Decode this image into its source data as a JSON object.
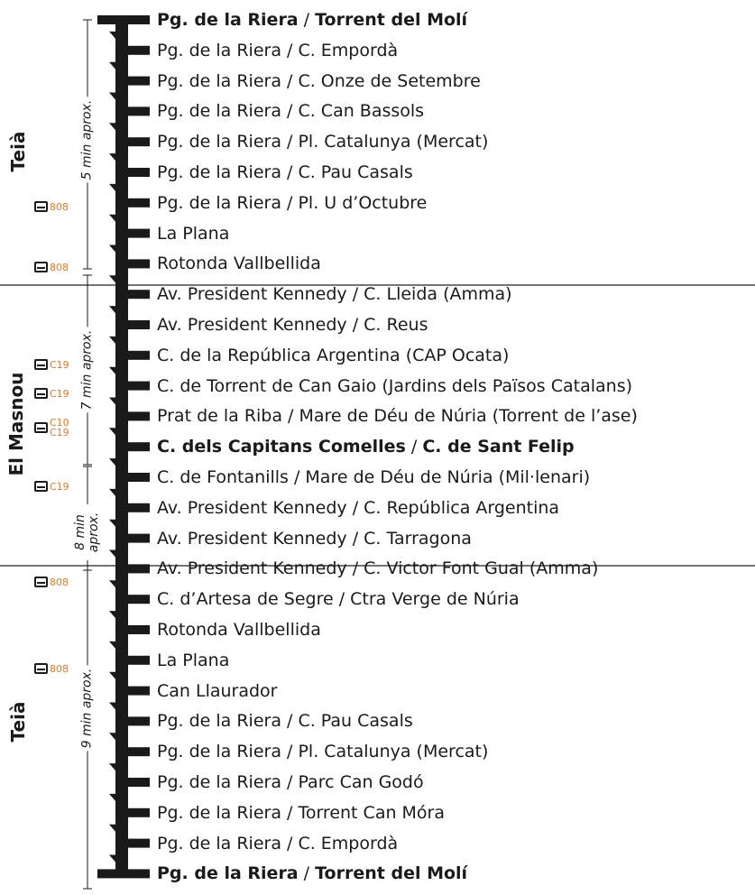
{
  "colors": {
    "line": "#1a1a1a",
    "bus_number": "#e8771e",
    "divider": "#222222"
  },
  "stops": [
    {
      "main": "Pg. de la Riera",
      "sep": " / ",
      "sub": "Torrent del Molí",
      "bold": true
    },
    {
      "main": "Pg. de la Riera / C. Empordà"
    },
    {
      "main": "Pg. de la Riera / C. Onze de Setembre"
    },
    {
      "main": "Pg. de la Riera / C. Can Bassols"
    },
    {
      "main": "Pg. de la Riera / Pl. Catalunya (Mercat)"
    },
    {
      "main": "Pg. de la Riera / C. Pau Casals"
    },
    {
      "main": "Pg. de la Riera / Pl. U d’Octubre"
    },
    {
      "main": "La Plana"
    },
    {
      "main": "Rotonda Vallbellida"
    },
    {
      "main": "Av. President Kennedy / C. Lleida ",
      "sub": "(Amma)"
    },
    {
      "main": "Av. President Kennedy / C. Reus"
    },
    {
      "main": "C. de la República Argentina (CAP Ocata)"
    },
    {
      "main": "C. de Torrent de Can Gaio (Jardins dels Països Catalans)"
    },
    {
      "main": "Prat de la Riba / Mare de Déu de Núria (Torrent de l’ase)"
    },
    {
      "main": "C. dels Capitans Comelles",
      "sep": " / ",
      "sub": "C. de Sant Felip",
      "bold": true
    },
    {
      "main": "C. de Fontanills / Mare de Déu de Núria (Mil·lenari)"
    },
    {
      "main": "Av. President Kennedy / C. República Argentina"
    },
    {
      "main": "Av. President Kennedy / C. Tarragona"
    },
    {
      "main": "Av. President Kennedy / C. Victor Font Gual ",
      "sub": "(Amma)"
    },
    {
      "main": "C. d’Artesa de Segre / Ctra Verge de Núria"
    },
    {
      "main": "Rotonda Vallbellida"
    },
    {
      "main": "La Plana"
    },
    {
      "main": "Can Llaurador"
    },
    {
      "main": "Pg. de la Riera / C. Pau Casals"
    },
    {
      "main": "Pg. de la Riera / Pl. Catalunya (Mercat)"
    },
    {
      "main": "Pg. de la Riera / Parc Can Godó"
    },
    {
      "main": "Pg. de la Riera / Torrent Can Móra"
    },
    {
      "main": "Pg. de la Riera / C. Empordà"
    },
    {
      "main": "Pg. de la Riera",
      "sep": " / ",
      "sub": "Torrent del Molí",
      "bold": true
    }
  ],
  "sections": [
    {
      "name": "Teià"
    },
    {
      "name": "El Masnou"
    },
    {
      "name": "Teià"
    }
  ],
  "durations": [
    {
      "text": "5 min aprox."
    },
    {
      "text": "7 min aprox."
    },
    {
      "text": "8 min aprox."
    },
    {
      "text": "9 min aprox."
    }
  ],
  "bus_connections": [
    {
      "icon": "bus-icon",
      "lines": [
        "808"
      ]
    },
    {
      "icon": "bus-icon",
      "lines": [
        "808"
      ]
    },
    {
      "icon": "bus-icon",
      "lines": [
        "C19"
      ]
    },
    {
      "icon": "bus-icon",
      "lines": [
        "C19"
      ]
    },
    {
      "icon": "bus-icon",
      "lines": [
        "C10",
        "C19"
      ]
    },
    {
      "icon": "bus-icon",
      "lines": [
        "C19"
      ]
    },
    {
      "icon": "bus-icon",
      "lines": [
        "808"
      ]
    },
    {
      "icon": "bus-icon",
      "lines": [
        "808"
      ]
    }
  ]
}
